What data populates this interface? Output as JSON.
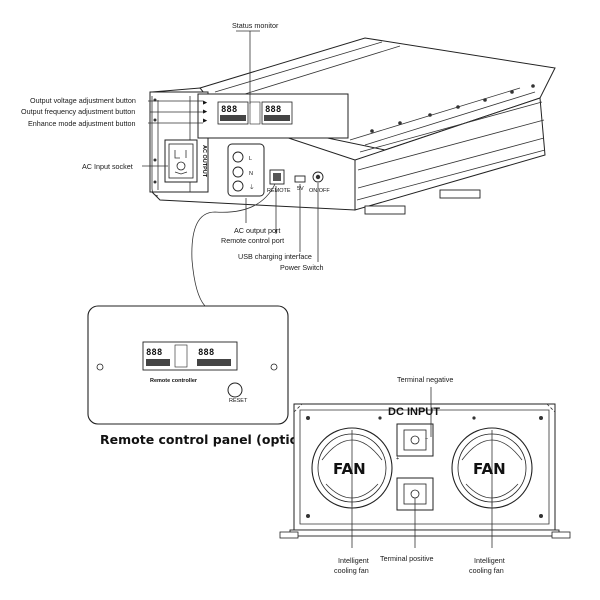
{
  "labels": {
    "status_monitor": "Status monitor",
    "output_voltage_button": "Output voltage adjustment button",
    "output_frequency_button": "Output frequency adjustment button",
    "enhance_mode_button": "Enhance mode adjustment button",
    "ac_input_socket": "AC Input socket",
    "ac_output_port": "AC output port",
    "remote_control_port": "Remote control port",
    "usb_charging_interface": "USB charging interface",
    "power_switch": "Power Switch",
    "terminal_negative": "Terminal negative",
    "terminal_positive": "Terminal positive",
    "cooling_fan_left_line1": "Intelligent",
    "cooling_fan_left_line2": "cooling fan",
    "cooling_fan_right_line1": "Intelligent",
    "cooling_fan_right_line2": "cooling fan"
  },
  "front_panel": {
    "ac_output_text": "AC OUTPUT",
    "l_text": "L",
    "n_text": "N",
    "ground_text": "⏚",
    "remote_text": "REMOTE",
    "usb_text": "5V",
    "onoff_text": "ON/OFF",
    "lcd_left": "888",
    "lcd_right": "888",
    "btn_v": "▶",
    "btn_hz": "▶",
    "btn_e": "▶"
  },
  "remote_panel": {
    "title": "Remote control panel (optional)",
    "device_label": "Remote controller",
    "lcd_left": "888",
    "lcd_right": "888",
    "reset_text": "RESET"
  },
  "rear_panel": {
    "dc_input_text": "DC INPUT",
    "fan_left_text": "FAN",
    "fan_right_text": "FAN",
    "plus_text": "+",
    "minus_text": "−"
  }
}
